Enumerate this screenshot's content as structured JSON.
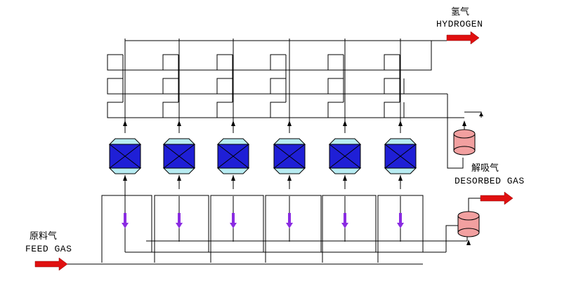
{
  "labels": {
    "hydrogen_cn": "氢气",
    "hydrogen_en": "HYDROGEN",
    "desorbed_cn": "解吸气",
    "desorbed_en": "DESORBED GAS",
    "feed_cn": "原料气",
    "feed_en": "FEED GAS"
  },
  "colors": {
    "line": "#000000",
    "vessel_body": "#1f1fd6",
    "vessel_cap": "#b8ecf2",
    "tank": "#f2a0a0",
    "arrow_red": "#e01010",
    "valve_purple": "#8a2be2"
  },
  "icons": {
    "adsorber": "adsorber-vessel-icon",
    "buffer_tank": "buffer-tank-icon",
    "flow_arrow": "flow-arrow-icon"
  },
  "adsorber_count": 6
}
